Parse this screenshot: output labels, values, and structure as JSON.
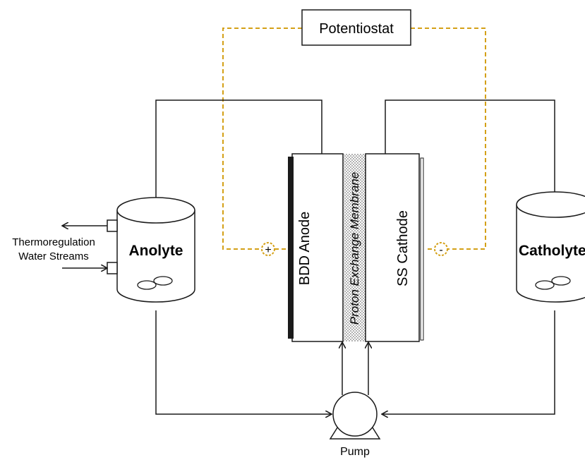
{
  "colors": {
    "line": "#1a1a1a",
    "electrical": "#d4a017",
    "background": "#ffffff",
    "membrane_dots": "#7a7a7a"
  },
  "labels": {
    "potentiostat": "Potentiostat",
    "anolyte": "Anolyte",
    "catholyte": "Catholyte",
    "anode": "BDD Anode",
    "membrane": "Proton Exchange Membrane",
    "cathode": "SS Cathode",
    "pump": "Pump",
    "thermo_line1": "Thermoregulation",
    "thermo_line2": "Water Streams",
    "plus": "+",
    "minus": "-"
  },
  "icons": {
    "stirrer": "stir-bar-icon",
    "pump": "centrifugal-pump-icon"
  }
}
